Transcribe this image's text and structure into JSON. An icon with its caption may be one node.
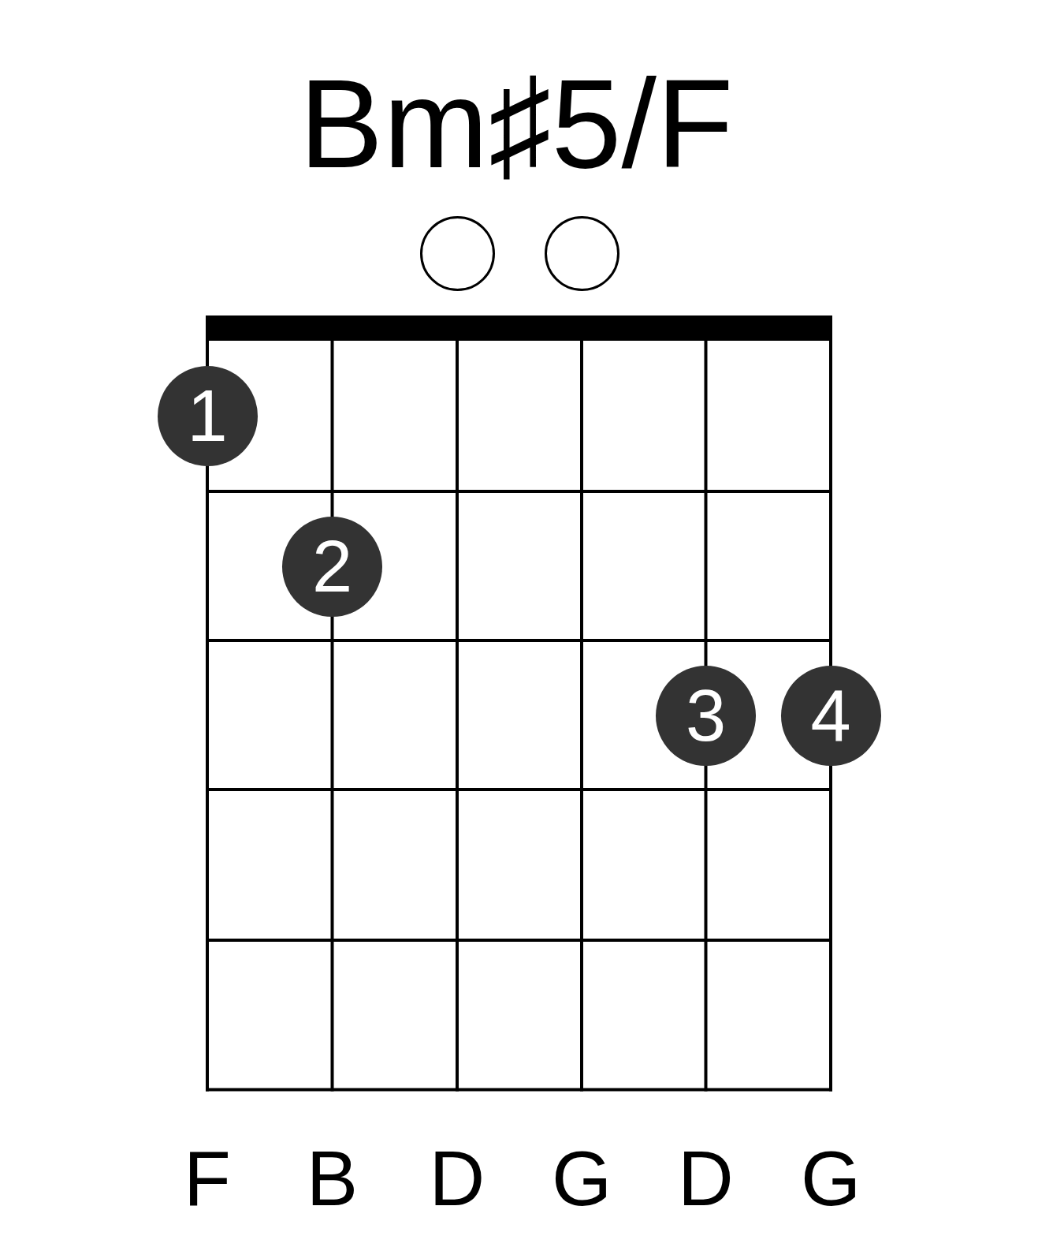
{
  "diagram": {
    "title": "Bm♯5/F",
    "nodes": [
      {
        "text": [],
        "shape": "circle"
      },
      {
        "text": [],
        "shape": "circle"
      },
      {
        "text": [
          "1"
        ]
      },
      {
        "text": [
          "2"
        ]
      },
      {
        "text": [
          "3"
        ]
      },
      {
        "text": [
          "4"
        ]
      }
    ],
    "labels": [
      "F",
      "B",
      "D",
      "G",
      "D",
      "G"
    ]
  }
}
